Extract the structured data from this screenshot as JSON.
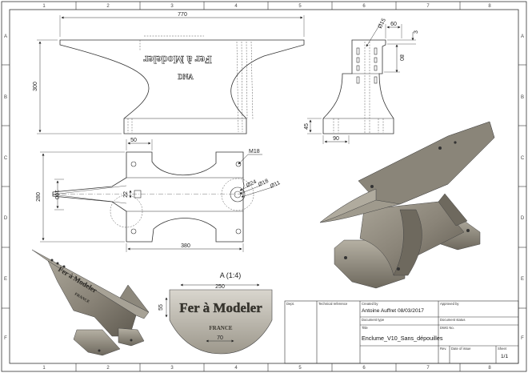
{
  "grid": {
    "columns": [
      "1",
      "2",
      "3",
      "4",
      "5",
      "6",
      "7",
      "8"
    ],
    "rows": [
      "A",
      "B",
      "C",
      "D",
      "E",
      "F"
    ]
  },
  "dimensions": {
    "top_width": "770",
    "front_height": "300",
    "side_d15": "Ø15",
    "side_60": "60",
    "side_3": "3",
    "side_80": "80",
    "side_45": "45",
    "side_90": "90",
    "plan_50": "50",
    "plan_m18": "M18",
    "plan_280": "280",
    "plan_100": "100",
    "plan_22": "22",
    "plan_d24": "Ø24",
    "plan_d18": "Ø18",
    "plan_d11": "Ø11",
    "plan_380": "380",
    "detail_250": "250",
    "detail_55": "55",
    "detail_70": "70"
  },
  "engraving": {
    "front_main": "Fer à Modeler",
    "front_sub": "DNA",
    "detail_main": "Fer à Modeler",
    "detail_sub": "FRANCE",
    "iso_main": "Fer à Modeler",
    "iso_sub": "FRANCE"
  },
  "detail_view": {
    "label": "A (1:4)"
  },
  "title_block": {
    "dept_label": "Dept.",
    "tech_ref_label": "Technical reference",
    "created_by_label": "Created by",
    "created_by_value": "Antoine Auffret 08/03/2017",
    "approved_by_label": "Approved by",
    "doc_type_label": "Document type",
    "doc_status_label": "Document status",
    "title_label": "Title",
    "title_value": "Enclume_V10_Sans_dépouilles",
    "dwg_no_label": "DWG No.",
    "rev_label": "Rev.",
    "date_issue_label": "Date of issue",
    "sheet_label": "Sheet",
    "sheet_value": "1/1"
  }
}
